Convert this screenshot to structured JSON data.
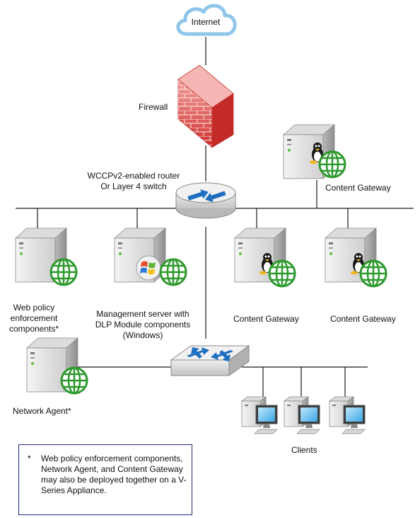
{
  "nodes": {
    "internet": "Internet",
    "firewall": "Firewall",
    "router": [
      "WCCPv2-enabled router",
      "Or Layer 4 switch"
    ],
    "content_gateway_top": "Content Gateway",
    "web_policy": [
      "Web policy",
      "enforcement",
      "components*"
    ],
    "management": [
      "Management server with",
      "DLP Module components",
      "(Windows)"
    ],
    "content_gateway_mid": "Content Gateway",
    "content_gateway_right": "Content Gateway",
    "network_agent": "Network Agent*",
    "clients": "Clients"
  },
  "footnote": {
    "marker": "*",
    "text": "Web policy enforcement components, Network Agent, and Content Gateway may also be deployed together on a V-Series Appliance."
  },
  "colors": {
    "line": "#1a1a1a",
    "globe": "#2e9a2e",
    "arrow": "#1f6fc1",
    "brick": "#d9413c",
    "note_border": "#1f2a7a"
  }
}
